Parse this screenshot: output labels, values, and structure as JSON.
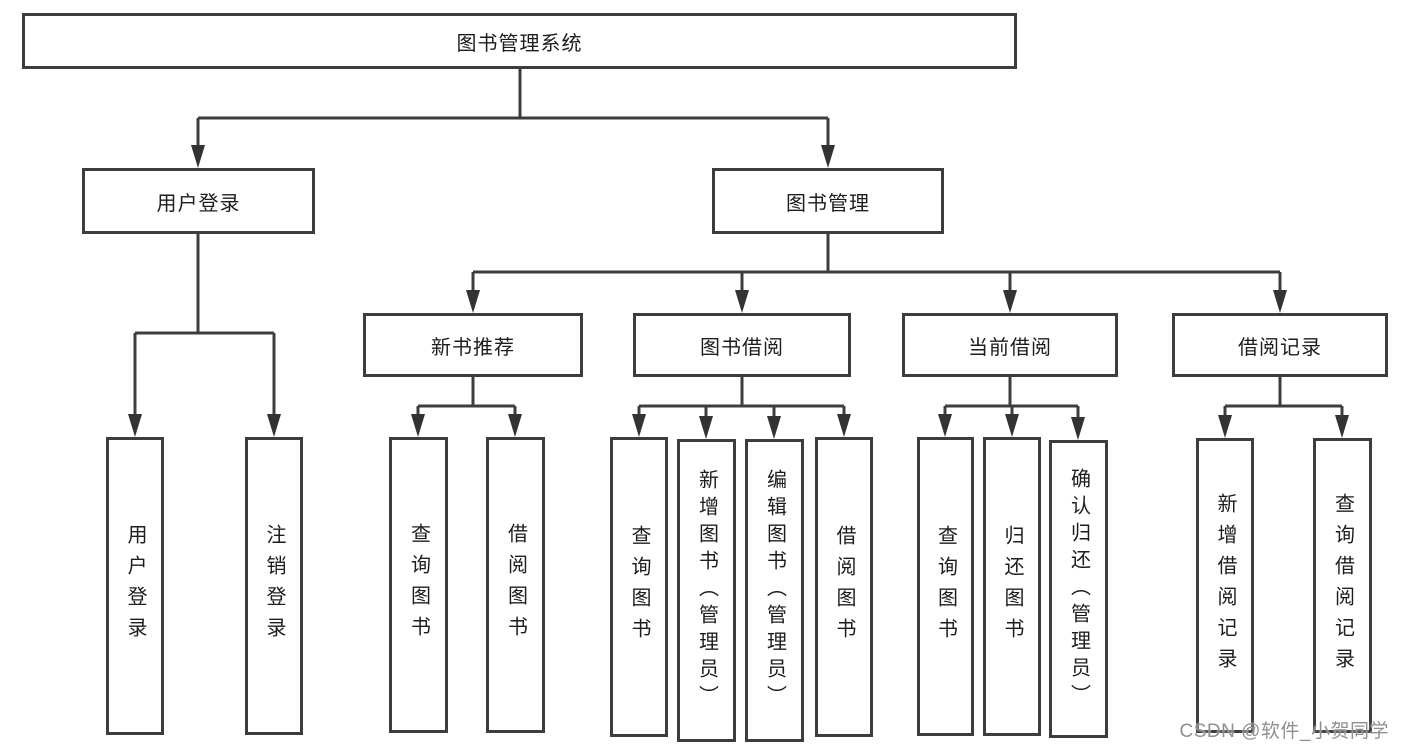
{
  "tree": {
    "root": {
      "label": "图书管理系统",
      "children": [
        {
          "label": "用户登录",
          "children": [
            {
              "label": "用户登录"
            },
            {
              "label": "注销登录"
            }
          ]
        },
        {
          "label": "图书管理",
          "children": [
            {
              "label": "新书推荐",
              "children": [
                {
                  "label": "查询图书"
                },
                {
                  "label": "借阅图书"
                }
              ]
            },
            {
              "label": "图书借阅",
              "children": [
                {
                  "label": "查询图书"
                },
                {
                  "label": "新增图书（管理员）"
                },
                {
                  "label": "编辑图书（管理员）"
                },
                {
                  "label": "借阅图书"
                }
              ]
            },
            {
              "label": "当前借阅",
              "children": [
                {
                  "label": "查询图书"
                },
                {
                  "label": "归还图书"
                },
                {
                  "label": "确认归还（管理员）"
                }
              ]
            },
            {
              "label": "借阅记录",
              "children": [
                {
                  "label": "新增借阅记录"
                },
                {
                  "label": "查询借阅记录"
                }
              ]
            }
          ]
        }
      ]
    }
  },
  "watermark": {
    "text": "CSDN @软件_小贺同学"
  },
  "colors": {
    "line": "#3d3d3d",
    "text": "#1d1d1f",
    "background": "#ffffff",
    "watermark": "#8f8f8f"
  }
}
